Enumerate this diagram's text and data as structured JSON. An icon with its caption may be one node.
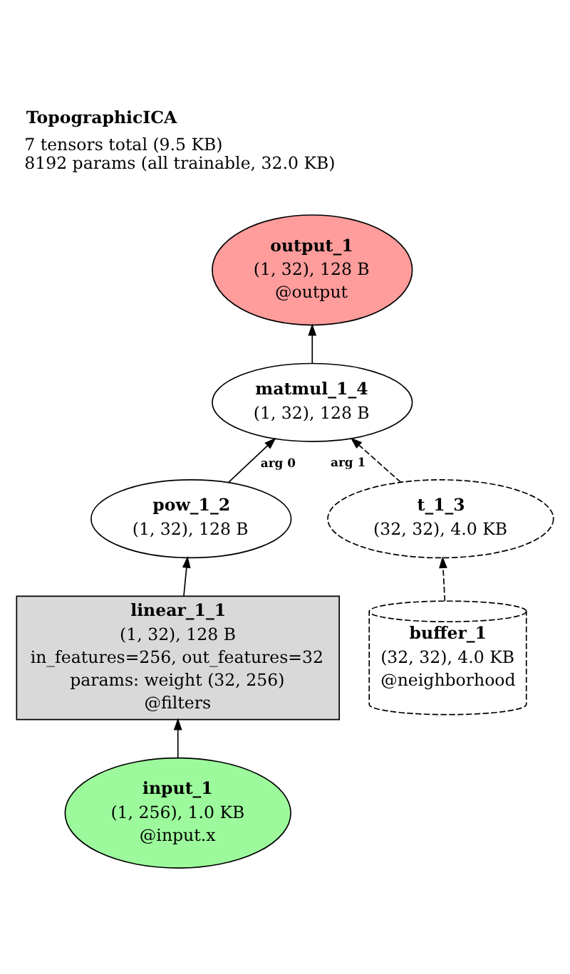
{
  "diagram": {
    "title": "TopographicICA",
    "nodes": [
      {
        "text": [
          "output_1",
          "(1, 32), 128 B",
          "@output"
        ]
      },
      {
        "text": [
          "matmul_1_4",
          "(1, 32), 128 B"
        ]
      },
      {
        "text": [
          "pow_1_2",
          "(1, 32), 128 B"
        ]
      },
      {
        "text": [
          "t_1_3",
          "(32, 32), 4.0 KB"
        ]
      },
      {
        "text": [
          "linear_1_1",
          "(1, 32), 128 B",
          "in_features=256, out_features=32",
          "params: weight (32, 256)",
          "@filters"
        ]
      },
      {
        "text": [
          "buffer_1",
          "(32, 32), 4.0 KB",
          "@neighborhood"
        ]
      },
      {
        "text": [
          "input_1",
          "(1, 256), 1.0 KB",
          "@input.x"
        ]
      }
    ],
    "edges": [
      {
        "from": 1,
        "to": 0,
        "arrow": "to"
      },
      {
        "from": 2,
        "to": 1,
        "arrow": "to",
        "label": "arg 0"
      },
      {
        "from": 3,
        "to": 1,
        "arrow": "to",
        "label": "arg 1",
        "style": "dashed"
      },
      {
        "from": 4,
        "to": 2,
        "arrow": "to"
      },
      {
        "from": 5,
        "to": 3,
        "arrow": "to",
        "style": "dashed"
      },
      {
        "from": 6,
        "to": 4,
        "arrow": "to"
      }
    ],
    "labels": [
      "7 tensors total (9.5 KB)",
      "8192 params (all trainable, 32.0 KB)"
    ]
  }
}
